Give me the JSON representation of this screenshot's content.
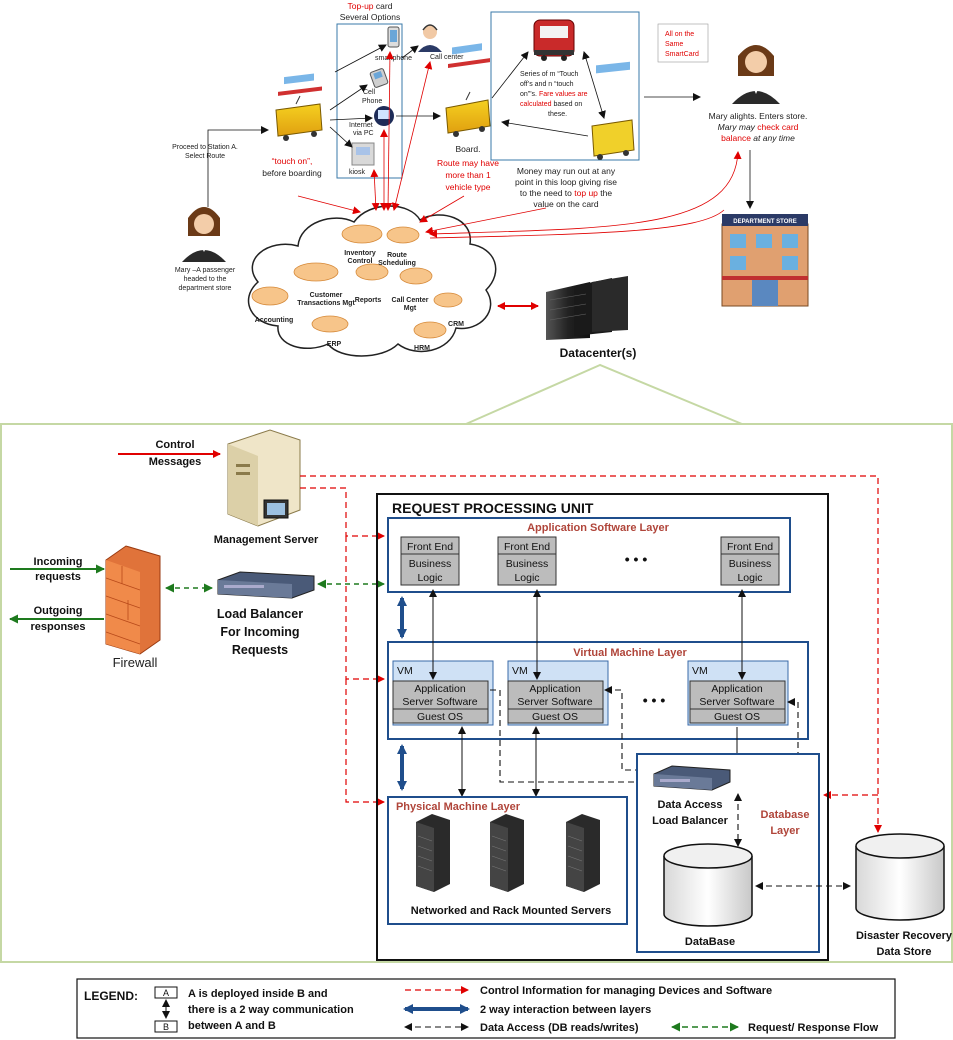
{
  "top_scene": {
    "topup_title_red": "Top-up",
    "topup_title_black": " card",
    "topup_subtitle": "Several Options",
    "opt_smartphone": "smartphone",
    "opt_cell_phone_1": "Cell",
    "opt_cell_phone_2": "Phone",
    "opt_internet_1": "Internet",
    "opt_internet_2": "via PC",
    "opt_kiosk": "kiosk",
    "opt_call_center": "Call center",
    "proceed_1": "Proceed to Station A.",
    "proceed_2": "Select Route",
    "touch_on_red": "“touch on”,",
    "touch_on_black": "before boarding",
    "board_1": "Board.",
    "board_2": "Route may have",
    "board_3": "more than 1",
    "board_4": "vehicle type",
    "loop_1": "Series of m “Touch",
    "loop_2": "off’s and n “touch",
    "loop_3": "on”’s. ",
    "loop_3_red": "Fare values are",
    "loop_4_red": "calculated",
    "loop_4": " based on",
    "loop_5": "these.",
    "same_card_1": "All on the",
    "same_card_2": "Same",
    "same_card_3": "SmartCard",
    "money_1": "Money may run out at any",
    "money_2": "point in this loop giving rise",
    "money_3": "to the need to ",
    "money_3_red": "top up",
    "money_3b": " the",
    "money_4": "value on the card",
    "alight_1": "Mary alights. Enters store.",
    "alight_2": "Mary may ",
    "alight_2_red": "check card",
    "alight_3_red": "balance",
    "alight_3": " at any time",
    "mary_1": "Mary –A passenger",
    "mary_2": "headed to the",
    "mary_3": "department store",
    "store_sign": "DEPARTMENT STORE",
    "cloud_items": {
      "inventory_1": "Inventory",
      "inventory_2": "Control",
      "route_1": "Route",
      "route_2": "Scheduling",
      "customer_1": "Customer",
      "customer_2": "Transactions Mgt",
      "reports": "Reports",
      "callcenter_1": "Call Center",
      "callcenter_2": "Mgt",
      "accounting": "Accounting",
      "crm": "CRM",
      "erp": "ERP",
      "hrm": "HRM"
    },
    "datacenter": "Datacenter(s)"
  },
  "arch": {
    "control_messages_1": "Control",
    "control_messages_2": "Messages",
    "management_server": "Management Server",
    "incoming_1": "Incoming",
    "incoming_2": "requests",
    "outgoing_1": "Outgoing",
    "outgoing_2": "responses",
    "firewall": "Firewall",
    "lb_1": "Load Balancer",
    "lb_2": "For Incoming",
    "lb_3": "Requests",
    "rpu_title": "REQUEST PROCESSING UNIT",
    "app_layer": "Application Software Layer",
    "front_end": "Front End",
    "business_1": "Business",
    "business_2": "Logic",
    "ellipsis": "• • •",
    "vm_layer": "Virtual Machine Layer",
    "vm": "VM",
    "app_server_1": "Application",
    "app_server_2": "Server Software",
    "guest_os": "Guest OS",
    "phys_layer": "Physical Machine Layer",
    "servers_label": "Networked and Rack Mounted Servers",
    "db_layer_1": "Database",
    "db_layer_2": "Layer",
    "dalb_1": "Data Access",
    "dalb_2": "Load Balancer",
    "database": "DataBase",
    "dr_1": "Disaster Recovery",
    "dr_2": "Data Store"
  },
  "legend": {
    "title": "LEGEND:",
    "box_a": "A",
    "box_b": "B",
    "deploy_1": "A is deployed inside B and",
    "deploy_2": "there is a 2 way communication",
    "deploy_3": "between A and B",
    "control_info": "Control Information for managing Devices and Software",
    "two_way": "2 way interaction between layers",
    "data_access": "Data Access (DB reads/writes)",
    "req_resp": "Request/ Response Flow"
  },
  "colors": {
    "red": "#e00000",
    "blue_layer": "#1f4e8c",
    "green": "#1e7a1e",
    "layer_title": "#b0453a",
    "outer_border": "#c5d8a4",
    "box_fill": "#bcbcbc",
    "vm_fill": "#cfe1f5"
  }
}
